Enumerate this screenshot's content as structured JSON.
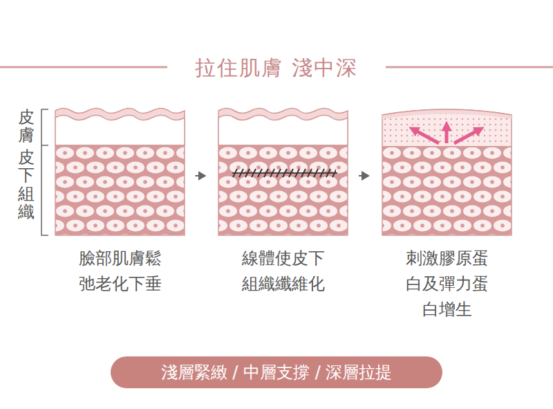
{
  "diagram": {
    "title": "拉住肌膚 淺中深",
    "nodes": [
      {
        "text": [
          "臉部肌膚鬆 弛老化下垂"
        ]
      },
      {
        "text": [
          "線體使皮下 組織纖維化"
        ]
      },
      {
        "text": [
          "刺激膠原蛋 白及彈力蛋 白增生"
        ]
      },
      {
        "text": [
          "淺層緊緻 / 中層支撐 / 深層拉提"
        ]
      }
    ],
    "edges": [
      {
        "from": 0,
        "to": 1,
        "arrow": "to"
      },
      {
        "from": 1,
        "to": 2,
        "arrow": "to"
      }
    ],
    "labels": [
      "皮膚",
      "皮下組織"
    ]
  }
}
